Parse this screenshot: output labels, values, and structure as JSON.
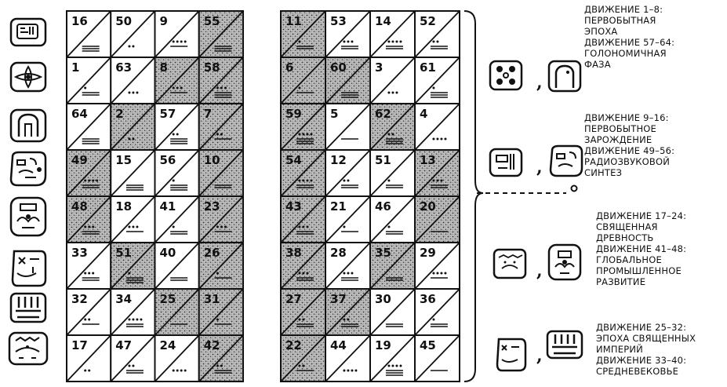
{
  "grid_left": {
    "rows": [
      [
        {
          "n": "16",
          "dots": 0,
          "bars": 3,
          "shaded": false
        },
        {
          "n": "50",
          "dots": 2,
          "bars": 0,
          "shaded": false
        },
        {
          "n": "9",
          "dots": 4,
          "bars": 1,
          "shaded": false
        },
        {
          "n": "55",
          "dots": 0,
          "bars": 3,
          "shaded": true
        }
      ],
      [
        {
          "n": "1",
          "dots": 1,
          "bars": 2,
          "shaded": false
        },
        {
          "n": "63",
          "dots": 3,
          "bars": 0,
          "shaded": false
        },
        {
          "n": "8",
          "dots": 3,
          "bars": 1,
          "shaded": true
        },
        {
          "n": "58",
          "dots": 3,
          "bars": 3,
          "shaded": true
        }
      ],
      [
        {
          "n": "64",
          "dots": 0,
          "bars": 3,
          "shaded": false
        },
        {
          "n": "2",
          "dots": 2,
          "bars": 0,
          "shaded": true
        },
        {
          "n": "57",
          "dots": 2,
          "bars": 3,
          "shaded": false
        },
        {
          "n": "7",
          "dots": 2,
          "bars": 1,
          "shaded": true
        }
      ],
      [
        {
          "n": "49",
          "dots": 4,
          "bars": 2,
          "shaded": true
        },
        {
          "n": "15",
          "dots": 0,
          "bars": 3,
          "shaded": false
        },
        {
          "n": "56",
          "dots": 1,
          "bars": 3,
          "shaded": false
        },
        {
          "n": "10",
          "dots": 0,
          "bars": 2,
          "shaded": true
        }
      ],
      [
        {
          "n": "48",
          "dots": 3,
          "bars": 2,
          "shaded": true
        },
        {
          "n": "18",
          "dots": 3,
          "bars": 1,
          "shaded": false
        },
        {
          "n": "41",
          "dots": 1,
          "bars": 2,
          "shaded": false
        },
        {
          "n": "23",
          "dots": 3,
          "bars": 1,
          "shaded": true
        }
      ],
      [
        {
          "n": "33",
          "dots": 3,
          "bars": 2,
          "shaded": false
        },
        {
          "n": "51",
          "dots": 1,
          "bars": 3,
          "shaded": true
        },
        {
          "n": "40",
          "dots": 0,
          "bars": 2,
          "shaded": false
        },
        {
          "n": "26",
          "dots": 1,
          "bars": 1,
          "shaded": true
        }
      ],
      [
        {
          "n": "32",
          "dots": 2,
          "bars": 1,
          "shaded": false
        },
        {
          "n": "34",
          "dots": 4,
          "bars": 2,
          "shaded": false
        },
        {
          "n": "25",
          "dots": 0,
          "bars": 1,
          "shaded": true
        },
        {
          "n": "31",
          "dots": 1,
          "bars": 1,
          "shaded": true
        }
      ],
      [
        {
          "n": "17",
          "dots": 2,
          "bars": 0,
          "shaded": false
        },
        {
          "n": "47",
          "dots": 2,
          "bars": 2,
          "shaded": false
        },
        {
          "n": "24",
          "dots": 4,
          "bars": 0,
          "shaded": false
        },
        {
          "n": "42",
          "dots": 2,
          "bars": 2,
          "shaded": true
        }
      ]
    ]
  },
  "grid_right": {
    "rows": [
      [
        {
          "n": "11",
          "dots": 1,
          "bars": 2,
          "shaded": true
        },
        {
          "n": "53",
          "dots": 3,
          "bars": 2,
          "shaded": false
        },
        {
          "n": "14",
          "dots": 4,
          "bars": 2,
          "shaded": false
        },
        {
          "n": "52",
          "dots": 2,
          "bars": 2,
          "shaded": false
        }
      ],
      [
        {
          "n": "6",
          "dots": 1,
          "bars": 1,
          "shaded": true
        },
        {
          "n": "60",
          "dots": 0,
          "bars": 3,
          "shaded": true
        },
        {
          "n": "3",
          "dots": 3,
          "bars": 0,
          "shaded": false
        },
        {
          "n": "61",
          "dots": 1,
          "bars": 3,
          "shaded": false
        }
      ],
      [
        {
          "n": "59",
          "dots": 4,
          "bars": 3,
          "shaded": true
        },
        {
          "n": "5",
          "dots": 0,
          "bars": 1,
          "shaded": false
        },
        {
          "n": "62",
          "dots": 2,
          "bars": 3,
          "shaded": true
        },
        {
          "n": "4",
          "dots": 4,
          "bars": 0,
          "shaded": false
        }
      ],
      [
        {
          "n": "54",
          "dots": 4,
          "bars": 2,
          "shaded": true
        },
        {
          "n": "12",
          "dots": 2,
          "bars": 2,
          "shaded": false
        },
        {
          "n": "51",
          "dots": 1,
          "bars": 2,
          "shaded": false
        },
        {
          "n": "13",
          "dots": 3,
          "bars": 2,
          "shaded": true
        }
      ],
      [
        {
          "n": "43",
          "dots": 3,
          "bars": 2,
          "shaded": true
        },
        {
          "n": "21",
          "dots": 1,
          "bars": 1,
          "shaded": false
        },
        {
          "n": "46",
          "dots": 1,
          "bars": 2,
          "shaded": false
        },
        {
          "n": "20",
          "dots": 0,
          "bars": 1,
          "shaded": true
        }
      ],
      [
        {
          "n": "38",
          "dots": 3,
          "bars": 2,
          "shaded": true
        },
        {
          "n": "28",
          "dots": 3,
          "bars": 2,
          "shaded": false
        },
        {
          "n": "35",
          "dots": 0,
          "bars": 2,
          "shaded": true
        },
        {
          "n": "29",
          "dots": 4,
          "bars": 1,
          "shaded": false
        }
      ],
      [
        {
          "n": "27",
          "dots": 2,
          "bars": 2,
          "shaded": true
        },
        {
          "n": "37",
          "dots": 2,
          "bars": 2,
          "shaded": true
        },
        {
          "n": "30",
          "dots": 0,
          "bars": 2,
          "shaded": false
        },
        {
          "n": "36",
          "dots": 1,
          "bars": 2,
          "shaded": false
        }
      ],
      [
        {
          "n": "22",
          "dots": 2,
          "bars": 1,
          "shaded": true
        },
        {
          "n": "44",
          "dots": 4,
          "bars": 0,
          "shaded": false
        },
        {
          "n": "19",
          "dots": 4,
          "bars": 3,
          "shaded": false
        },
        {
          "n": "45",
          "dots": 0,
          "bars": 1,
          "shaded": false
        }
      ]
    ]
  },
  "captions": [
    {
      "lines": [
        "ДВИЖЕНИЕ 1–8:",
        "ПЕРВОБЫТНАЯ",
        "ЭПОХА",
        "ДВИЖЕНИЕ 57–64:",
        "ГОЛОНОМИЧНАЯ",
        "ФАЗА"
      ]
    },
    {
      "lines": [
        "ДВИЖЕНИЕ 9–16:",
        "ПЕРВОБЫТНОЕ",
        "ЗАРОЖДЕНИЕ",
        "ДВИЖЕНИЕ 49–56:",
        "РАДИОЗВУКОВОЙ",
        "СИНТЕЗ"
      ]
    },
    {
      "lines": [
        "ДВИЖЕНИЕ 17–24:",
        "СВЯЩЕННАЯ",
        "ДРЕВНОСТЬ",
        "ДВИЖЕНИЕ 41–48:",
        "ГЛОБАЛЬНОЕ",
        "ПРОМЫШЛЕННОЕ",
        "РАЗВИТИЕ"
      ]
    },
    {
      "lines": [
        "ДВИЖЕНИЕ 25–32:",
        "ЭПОХА СВЯЩЕННЫХ",
        "ИМПЕРИЙ",
        "ДВИЖЕНИЕ 33–40:",
        "СРЕДНЕВЕКОВЬЕ"
      ]
    }
  ],
  "comma": ","
}
